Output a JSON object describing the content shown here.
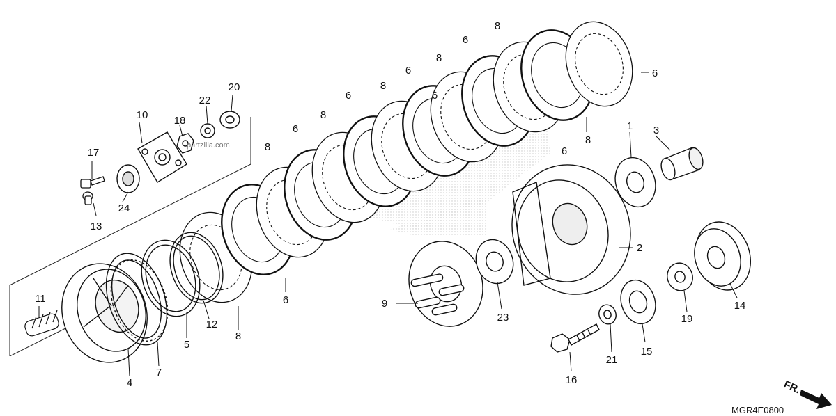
{
  "diagram": {
    "code": "MGR4E0800",
    "direction_label": "FR.",
    "watermark": "partzilla.com",
    "callouts": [
      {
        "id": "c1",
        "label": "1"
      },
      {
        "id": "c2",
        "label": "2"
      },
      {
        "id": "c3",
        "label": "3"
      },
      {
        "id": "c4",
        "label": "4"
      },
      {
        "id": "c5",
        "label": "5"
      },
      {
        "id": "c6a",
        "label": "6"
      },
      {
        "id": "c6b",
        "label": "6"
      },
      {
        "id": "c6c",
        "label": "6"
      },
      {
        "id": "c6d",
        "label": "6"
      },
      {
        "id": "c6e",
        "label": "6"
      },
      {
        "id": "c6f",
        "label": "6"
      },
      {
        "id": "c6g",
        "label": "6"
      },
      {
        "id": "c6h",
        "label": "6"
      },
      {
        "id": "c7",
        "label": "7"
      },
      {
        "id": "c8a",
        "label": "8"
      },
      {
        "id": "c8b",
        "label": "8"
      },
      {
        "id": "c8c",
        "label": "8"
      },
      {
        "id": "c8d",
        "label": "8"
      },
      {
        "id": "c8e",
        "label": "8"
      },
      {
        "id": "c8f",
        "label": "8"
      },
      {
        "id": "c8g",
        "label": "8"
      },
      {
        "id": "c9",
        "label": "9"
      },
      {
        "id": "c10",
        "label": "10"
      },
      {
        "id": "c11",
        "label": "11"
      },
      {
        "id": "c12",
        "label": "12"
      },
      {
        "id": "c13",
        "label": "13"
      },
      {
        "id": "c14",
        "label": "14"
      },
      {
        "id": "c15",
        "label": "15"
      },
      {
        "id": "c16",
        "label": "16"
      },
      {
        "id": "c17",
        "label": "17"
      },
      {
        "id": "c18",
        "label": "18"
      },
      {
        "id": "c19",
        "label": "19"
      },
      {
        "id": "c20",
        "label": "20"
      },
      {
        "id": "c21",
        "label": "21"
      },
      {
        "id": "c22",
        "label": "22"
      },
      {
        "id": "c23",
        "label": "23"
      },
      {
        "id": "c24",
        "label": "24"
      }
    ]
  }
}
